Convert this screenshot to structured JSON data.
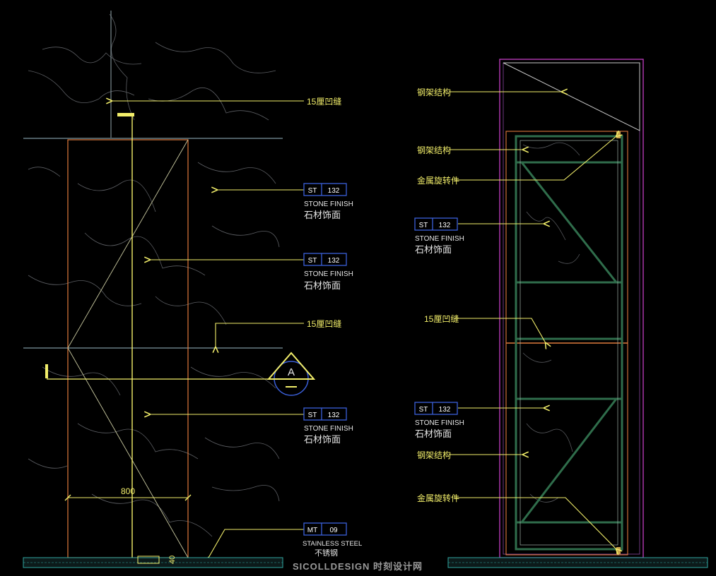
{
  "left": {
    "labels": {
      "groove_top": "15厘凹缝",
      "groove_mid": "15厘凹缝"
    },
    "tags": [
      {
        "code": "ST",
        "num": "132",
        "en": "STONE FINISH",
        "cn": "石材饰面"
      },
      {
        "code": "ST",
        "num": "132",
        "en": "STONE FINISH",
        "cn": "石材饰面"
      },
      {
        "code": "ST",
        "num": "132",
        "en": "STONE FINISH",
        "cn": "石材饰面"
      },
      {
        "code": "MT",
        "num": "09",
        "en": "STAINLESS STEEL",
        "cn": "不锈钢"
      }
    ],
    "section_mark": "A",
    "dimensions": {
      "width": "800",
      "height": "40"
    }
  },
  "right": {
    "labels": {
      "steel1": "钢架结构",
      "steel2": "钢架结构",
      "hanger1": "金属旋转件",
      "groove": "15厘凹缝",
      "steel3": "钢架结构",
      "hanger2": "金属旋转件"
    },
    "tags": [
      {
        "code": "ST",
        "num": "132",
        "en": "STONE FINISH",
        "cn": "石材饰面"
      },
      {
        "code": "ST",
        "num": "132",
        "en": "STONE FINISH",
        "cn": "石材饰面"
      }
    ]
  },
  "watermark": "SICOLLDESIGN 时刻设计网"
}
